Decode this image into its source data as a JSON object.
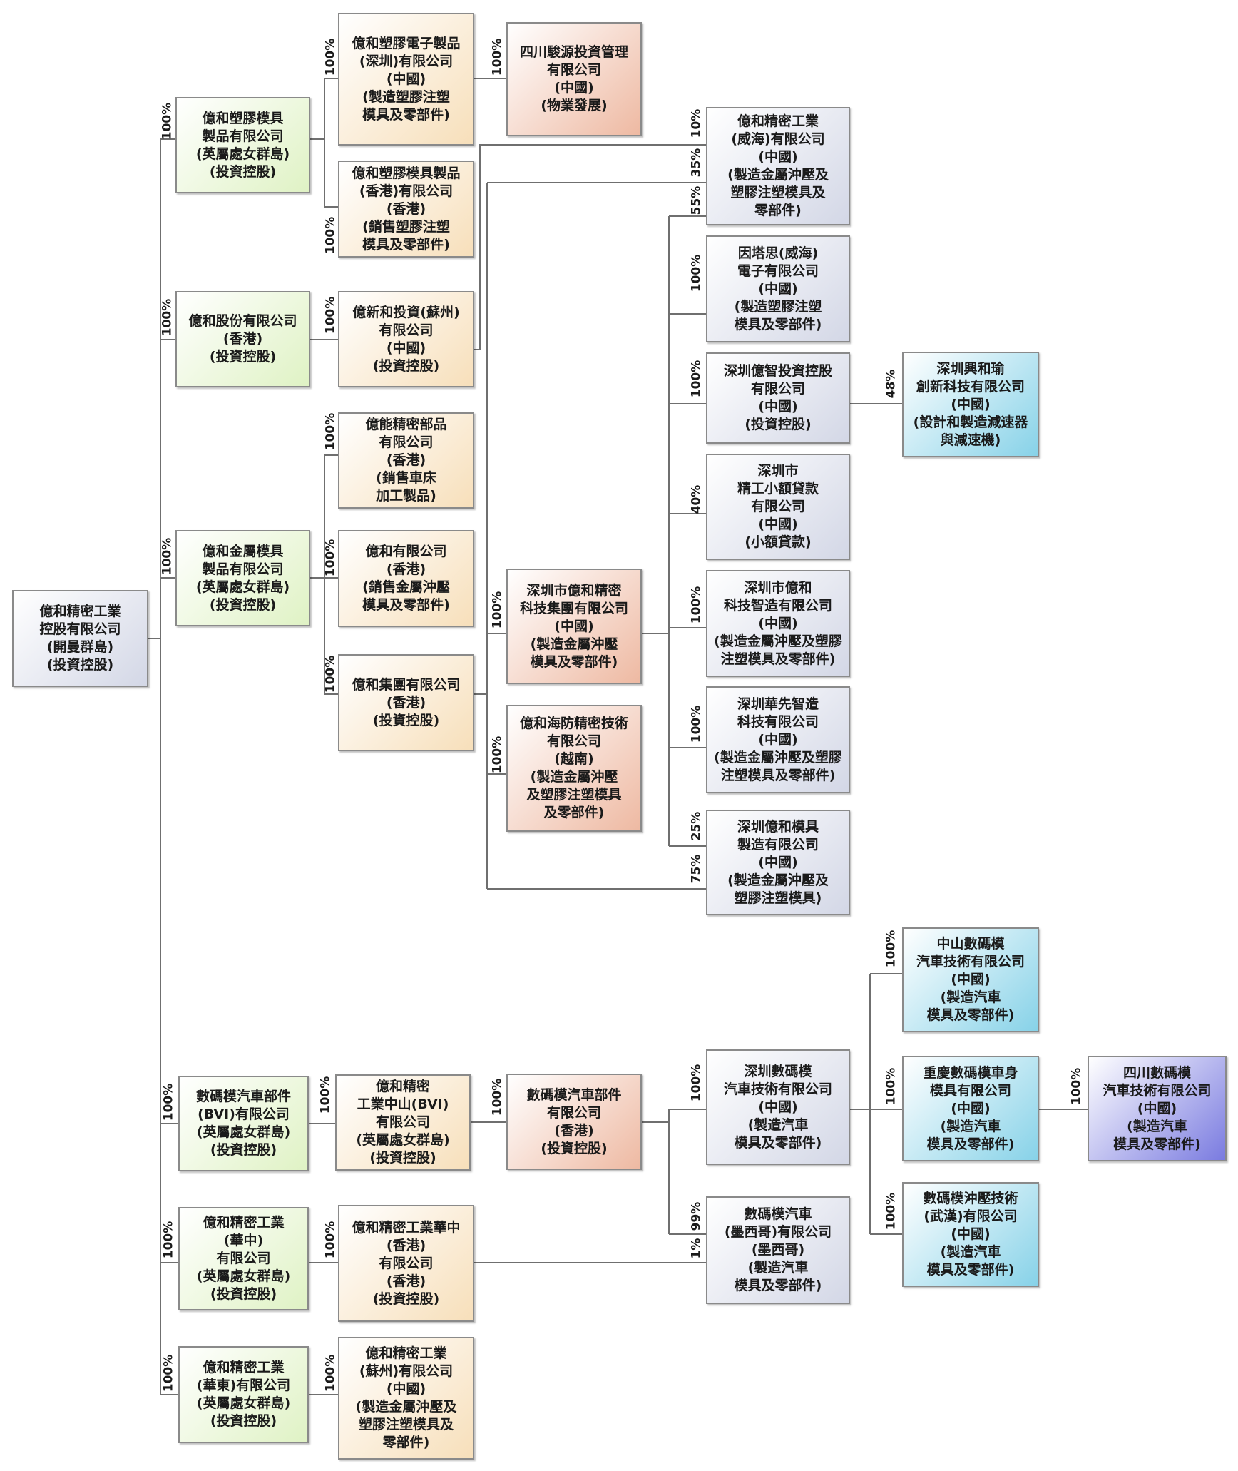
{
  "entities": {
    "root": [
      "億和精密工業",
      "控股有限公司",
      "(開曼群島)",
      "(投資控股)"
    ],
    "plastic_bvi": [
      "億和塑膠模具",
      "製品有限公司",
      "(英屬處女群島)",
      "(投資控股)"
    ],
    "hk_share": [
      "億和股份有限公司",
      "(香港)",
      "(投資控股)"
    ],
    "metal_bvi": [
      "億和金屬模具",
      "製品有限公司",
      "(英屬處女群島)",
      "(投資控股)"
    ],
    "auto_bvi": [
      "數碼模汽車部件",
      "(BVI)有限公司",
      "(英屬處女群島)",
      "(投資控股)"
    ],
    "huazhong_bvi": [
      "億和精密工業",
      "(華中)",
      "有限公司",
      "(英屬處女群島)",
      "(投資控股)"
    ],
    "huadong_bvi": [
      "億和精密工業",
      "(華東)有限公司",
      "(英屬處女群島)",
      "(投資控股)"
    ],
    "sz_electronic": [
      "億和塑膠電子製品",
      "(深圳)有限公司",
      "(中國)",
      "(製造塑膠注塑",
      "模具及零部件)"
    ],
    "hk_plastic": [
      "億和塑膠模具製品",
      "(香港)有限公司",
      "(香港)",
      "(銷售塑膠注塑",
      "模具及零部件)"
    ],
    "suzhou_invest": [
      "億新和投資(蘇州)",
      "有限公司",
      "(中國)",
      "(投資控股)"
    ],
    "yineng": [
      "億能精密部品",
      "有限公司",
      "(香港)",
      "(銷售車床",
      "加工製品)"
    ],
    "yihe_hk": [
      "億和有限公司",
      "(香港)",
      "(銷售金屬沖壓",
      "模具及零部件)"
    ],
    "group_hk": [
      "億和集團有限公司",
      "(香港)",
      "(投資控股)"
    ],
    "zhongshan_bvi": [
      "億和精密",
      "工業中山(BVI)",
      "有限公司",
      "(英屬處女群島)",
      "(投資控股)"
    ],
    "huazhong_hk": [
      "億和精密工業華中",
      "(香港)",
      "有限公司",
      "(香港)",
      "(投資控股)"
    ],
    "suzhou_mfg": [
      "億和精密工業",
      "(蘇州)有限公司",
      "(中國)",
      "(製造金屬沖壓及",
      "塑膠注塑模具及",
      "零部件)"
    ],
    "sichuan_junyuan": [
      "四川駿源投資管理",
      "有限公司",
      "(中國)",
      "(物業發展)"
    ],
    "sz_group": [
      "深圳市億和精密",
      "科技集團有限公司",
      "(中國)",
      "(製造金屬沖壓",
      "模具及零部件)"
    ],
    "haifang": [
      "億和海防精密技術",
      "有限公司",
      "(越南)",
      "(製造金屬沖壓",
      "及塑膠注塑模具",
      "及零部件)"
    ],
    "auto_hk": [
      "數碼模汽車部件",
      "有限公司",
      "(香港)",
      "(投資控股)"
    ],
    "weihai": [
      "億和精密工業",
      "(威海)有限公司",
      "(中國)",
      "(製造金屬沖壓及",
      "塑膠注塑模具及",
      "零部件)"
    ],
    "intex": [
      "因塔思(威海)",
      "電子有限公司",
      "(中國)",
      "(製造塑膠注塑",
      "模具及零部件)"
    ],
    "yizhi": [
      "深圳億智投資控股",
      "有限公司",
      "(中國)",
      "(投資控股)"
    ],
    "microloan": [
      "深圳市",
      "精工小額貸款",
      "有限公司",
      "(中國)",
      "(小額貸款)"
    ],
    "smart_mfg": [
      "深圳市億和",
      "科技智造有限公司",
      "(中國)",
      "(製造金屬沖壓及塑膠",
      "注塑模具及零部件)"
    ],
    "huaxian": [
      "深圳華先智造",
      "科技有限公司",
      "(中國)",
      "(製造金屬沖壓及塑膠",
      "注塑模具及零部件)"
    ],
    "sz_mould": [
      "深圳億和模具",
      "製造有限公司",
      "(中國)",
      "(製造金屬沖壓及",
      "塑膠注塑模具)"
    ],
    "sz_auto": [
      "深圳數碼模",
      "汽車技術有限公司",
      "(中國)",
      "(製造汽車",
      "模具及零部件)"
    ],
    "mexico": [
      "數碼模汽車",
      "(墨西哥)有限公司",
      "(墨西哥)",
      "(製造汽車",
      "模具及零部件)"
    ],
    "xinghe": [
      "深圳興和瑜",
      "創新科技有限公司",
      "(中國)",
      "(設計和製造減速器",
      "與減速機)"
    ],
    "zhongshan_auto": [
      "中山數碼模",
      "汽車技術有限公司",
      "(中國)",
      "(製造汽車",
      "模具及零部件)"
    ],
    "chongqing": [
      "重慶數碼模車身",
      "模具有限公司",
      "(中國)",
      "(製造汽車",
      "模具及零部件)"
    ],
    "wuhan": [
      "數碼模沖壓技術",
      "(武漢)有限公司",
      "(中國)",
      "(製造汽車",
      "模具及零部件)"
    ],
    "sichuan_auto": [
      "四川數碼模",
      "汽車技術有限公司",
      "(中國)",
      "(製造汽車",
      "模具及零部件)"
    ]
  },
  "percentages": {
    "root_plastic": "100%",
    "root_hkshare": "100%",
    "root_metal": "100%",
    "root_auto": "100%",
    "root_huazhong": "100%",
    "root_huadong": "100%",
    "plastic_electronic": "100%",
    "plastic_hkplastic": "100%",
    "hkshare_suzhou": "100%",
    "metal_yineng": "100%",
    "metal_yihe": "100%",
    "metal_group": "100%",
    "electronic_sichuan": "100%",
    "group_szgroup": "100%",
    "group_haifang": "100%",
    "weihai_10": "10%",
    "weihai_35": "35%",
    "weihai_55": "55%",
    "intex": "100%",
    "yizhi": "100%",
    "microloan": "40%",
    "smart_mfg": "100%",
    "huaxian": "100%",
    "mould_25": "25%",
    "mould_75": "75%",
    "yizhi_xinghe": "48%",
    "auto_zhongshan": "100%",
    "zhongshan_autohk": "100%",
    "autohk_szauto": "100%",
    "mexico_99": "99%",
    "mexico_1": "1%",
    "szauto_zhongshan": "100%",
    "szauto_chongqing": "100%",
    "szauto_wuhan": "100%",
    "chongqing_sichuan": "100%",
    "huazhong_hk": "100%",
    "huadong_suzhou": "100%"
  }
}
